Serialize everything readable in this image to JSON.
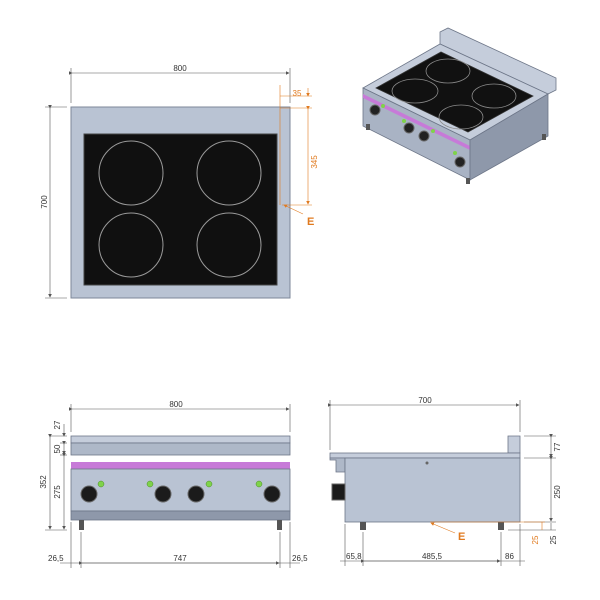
{
  "top_view": {
    "width_label": "800",
    "depth_label": "700",
    "right_dims": [
      "35",
      "345"
    ],
    "connection_label": "E"
  },
  "front_view": {
    "width_label": "800",
    "height_labels": [
      "27",
      "50",
      "275",
      "352"
    ],
    "bottom_dims": [
      "26,5",
      "747",
      "26,5"
    ]
  },
  "side_view": {
    "depth_label": "700",
    "right_dims": [
      "77",
      "250",
      "25",
      "25"
    ],
    "bottom_dims": [
      "65,8",
      "485,5",
      "86"
    ],
    "connection_label": "E"
  },
  "colors": {
    "body": "#b9c3d3",
    "body_dark": "#8e98aa",
    "hob": "#101010",
    "zone_outline": "#9a9a9a",
    "accent_strip": "#c77ad8",
    "indicator": "#7fd34a",
    "dimension": "#555555",
    "connection": "#e07a1f"
  }
}
